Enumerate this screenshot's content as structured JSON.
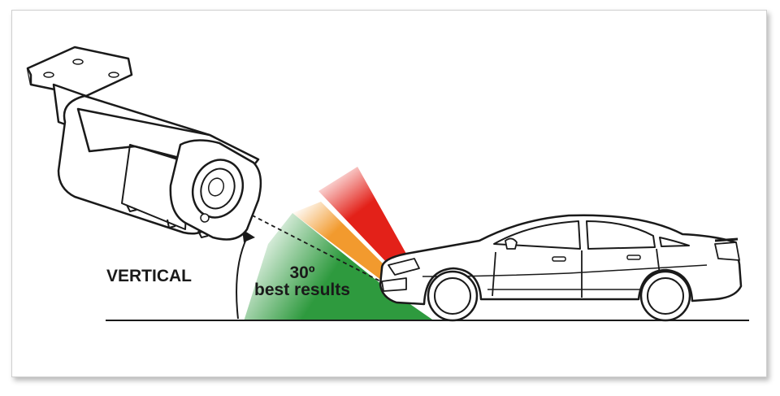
{
  "diagram": {
    "orientation_label": "VERTICAL",
    "angle_label": "30º",
    "angle_caption": "best results"
  },
  "colors": {
    "good_zone": "#2e9a3e",
    "caution_zone": "#f29a2e",
    "bad_zone": "#e32119",
    "line": "#1a1a1a"
  }
}
